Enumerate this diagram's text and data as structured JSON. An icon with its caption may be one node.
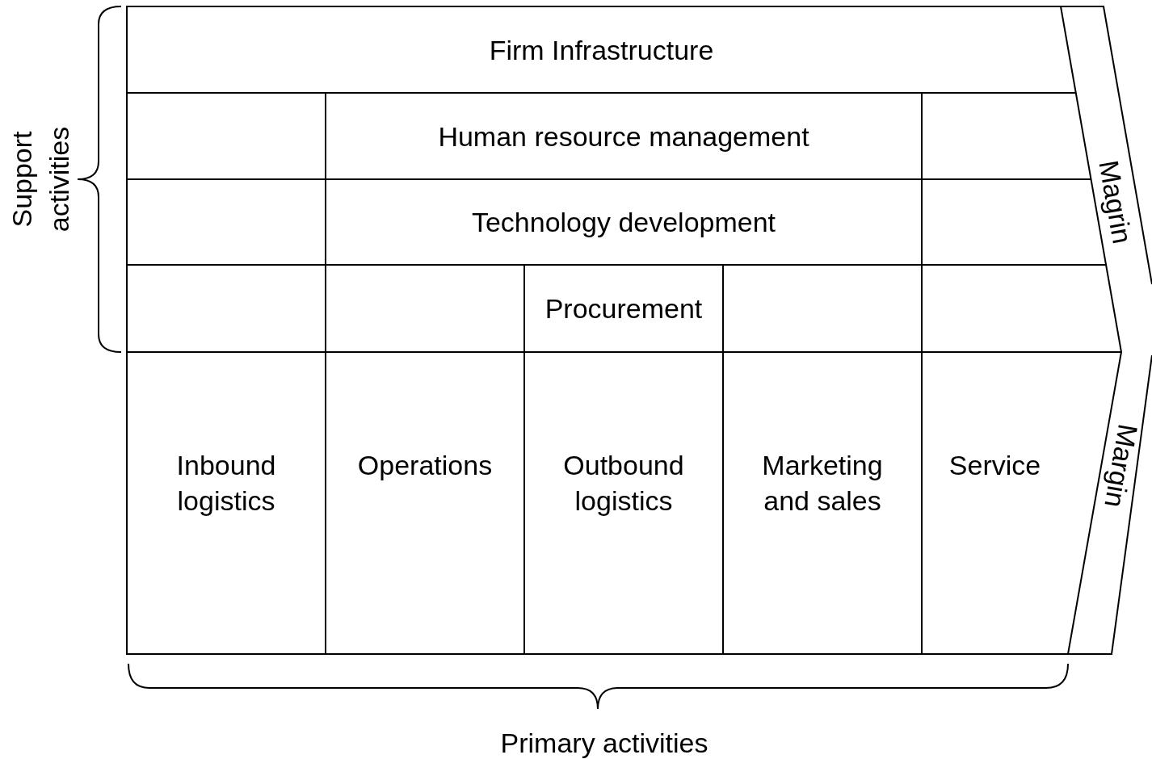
{
  "diagram": {
    "nodes": [
      {
        "text": [
          "Firm Infrastructure"
        ]
      },
      {
        "text": [
          "Human resource management"
        ]
      },
      {
        "text": [
          "Technology development"
        ]
      },
      {
        "text": [
          "Procurement"
        ]
      },
      {
        "text": [
          "Inbound logistics"
        ]
      },
      {
        "text": [
          "Operations"
        ]
      },
      {
        "text": [
          "Outbound logistics"
        ]
      },
      {
        "text": [
          "Marketing and sales"
        ]
      },
      {
        "text": [
          "Service"
        ]
      }
    ],
    "edges": [],
    "labels": [
      "Support activities",
      "Magrin",
      "Margin",
      "Primary activities"
    ]
  }
}
